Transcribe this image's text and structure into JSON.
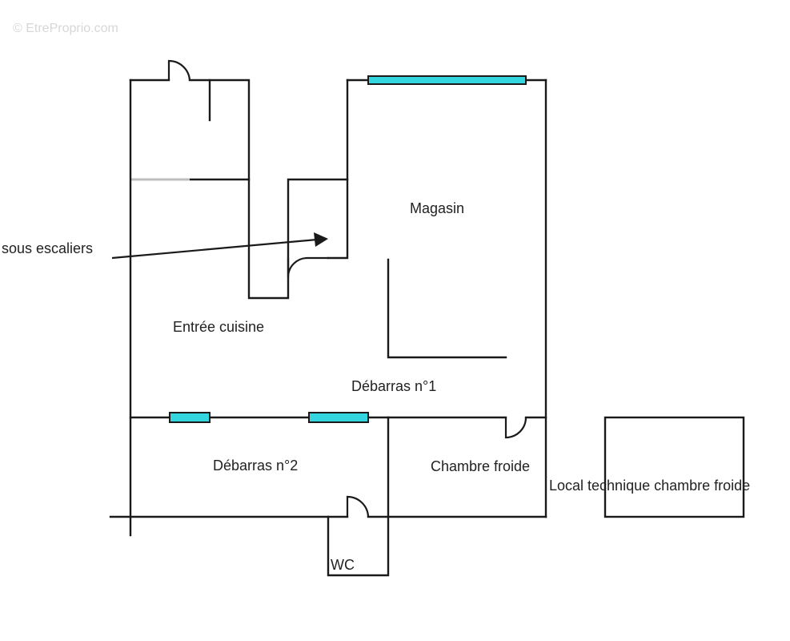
{
  "watermark": "© EtreProprio.com",
  "rooms": {
    "magasin": "Magasin",
    "sous_escaliers": "sous escaliers",
    "entree_cuisine": "Entrée cuisine",
    "debarras_1": "Débarras n°1",
    "debarras_2": "Débarras n°2",
    "chambre_froide": "Chambre froide",
    "local_technique": "Local technique chambre froide",
    "wc": "WC"
  },
  "colors": {
    "wall": "#1a1a1a",
    "window": "#33d6df",
    "background": "#ffffff"
  }
}
